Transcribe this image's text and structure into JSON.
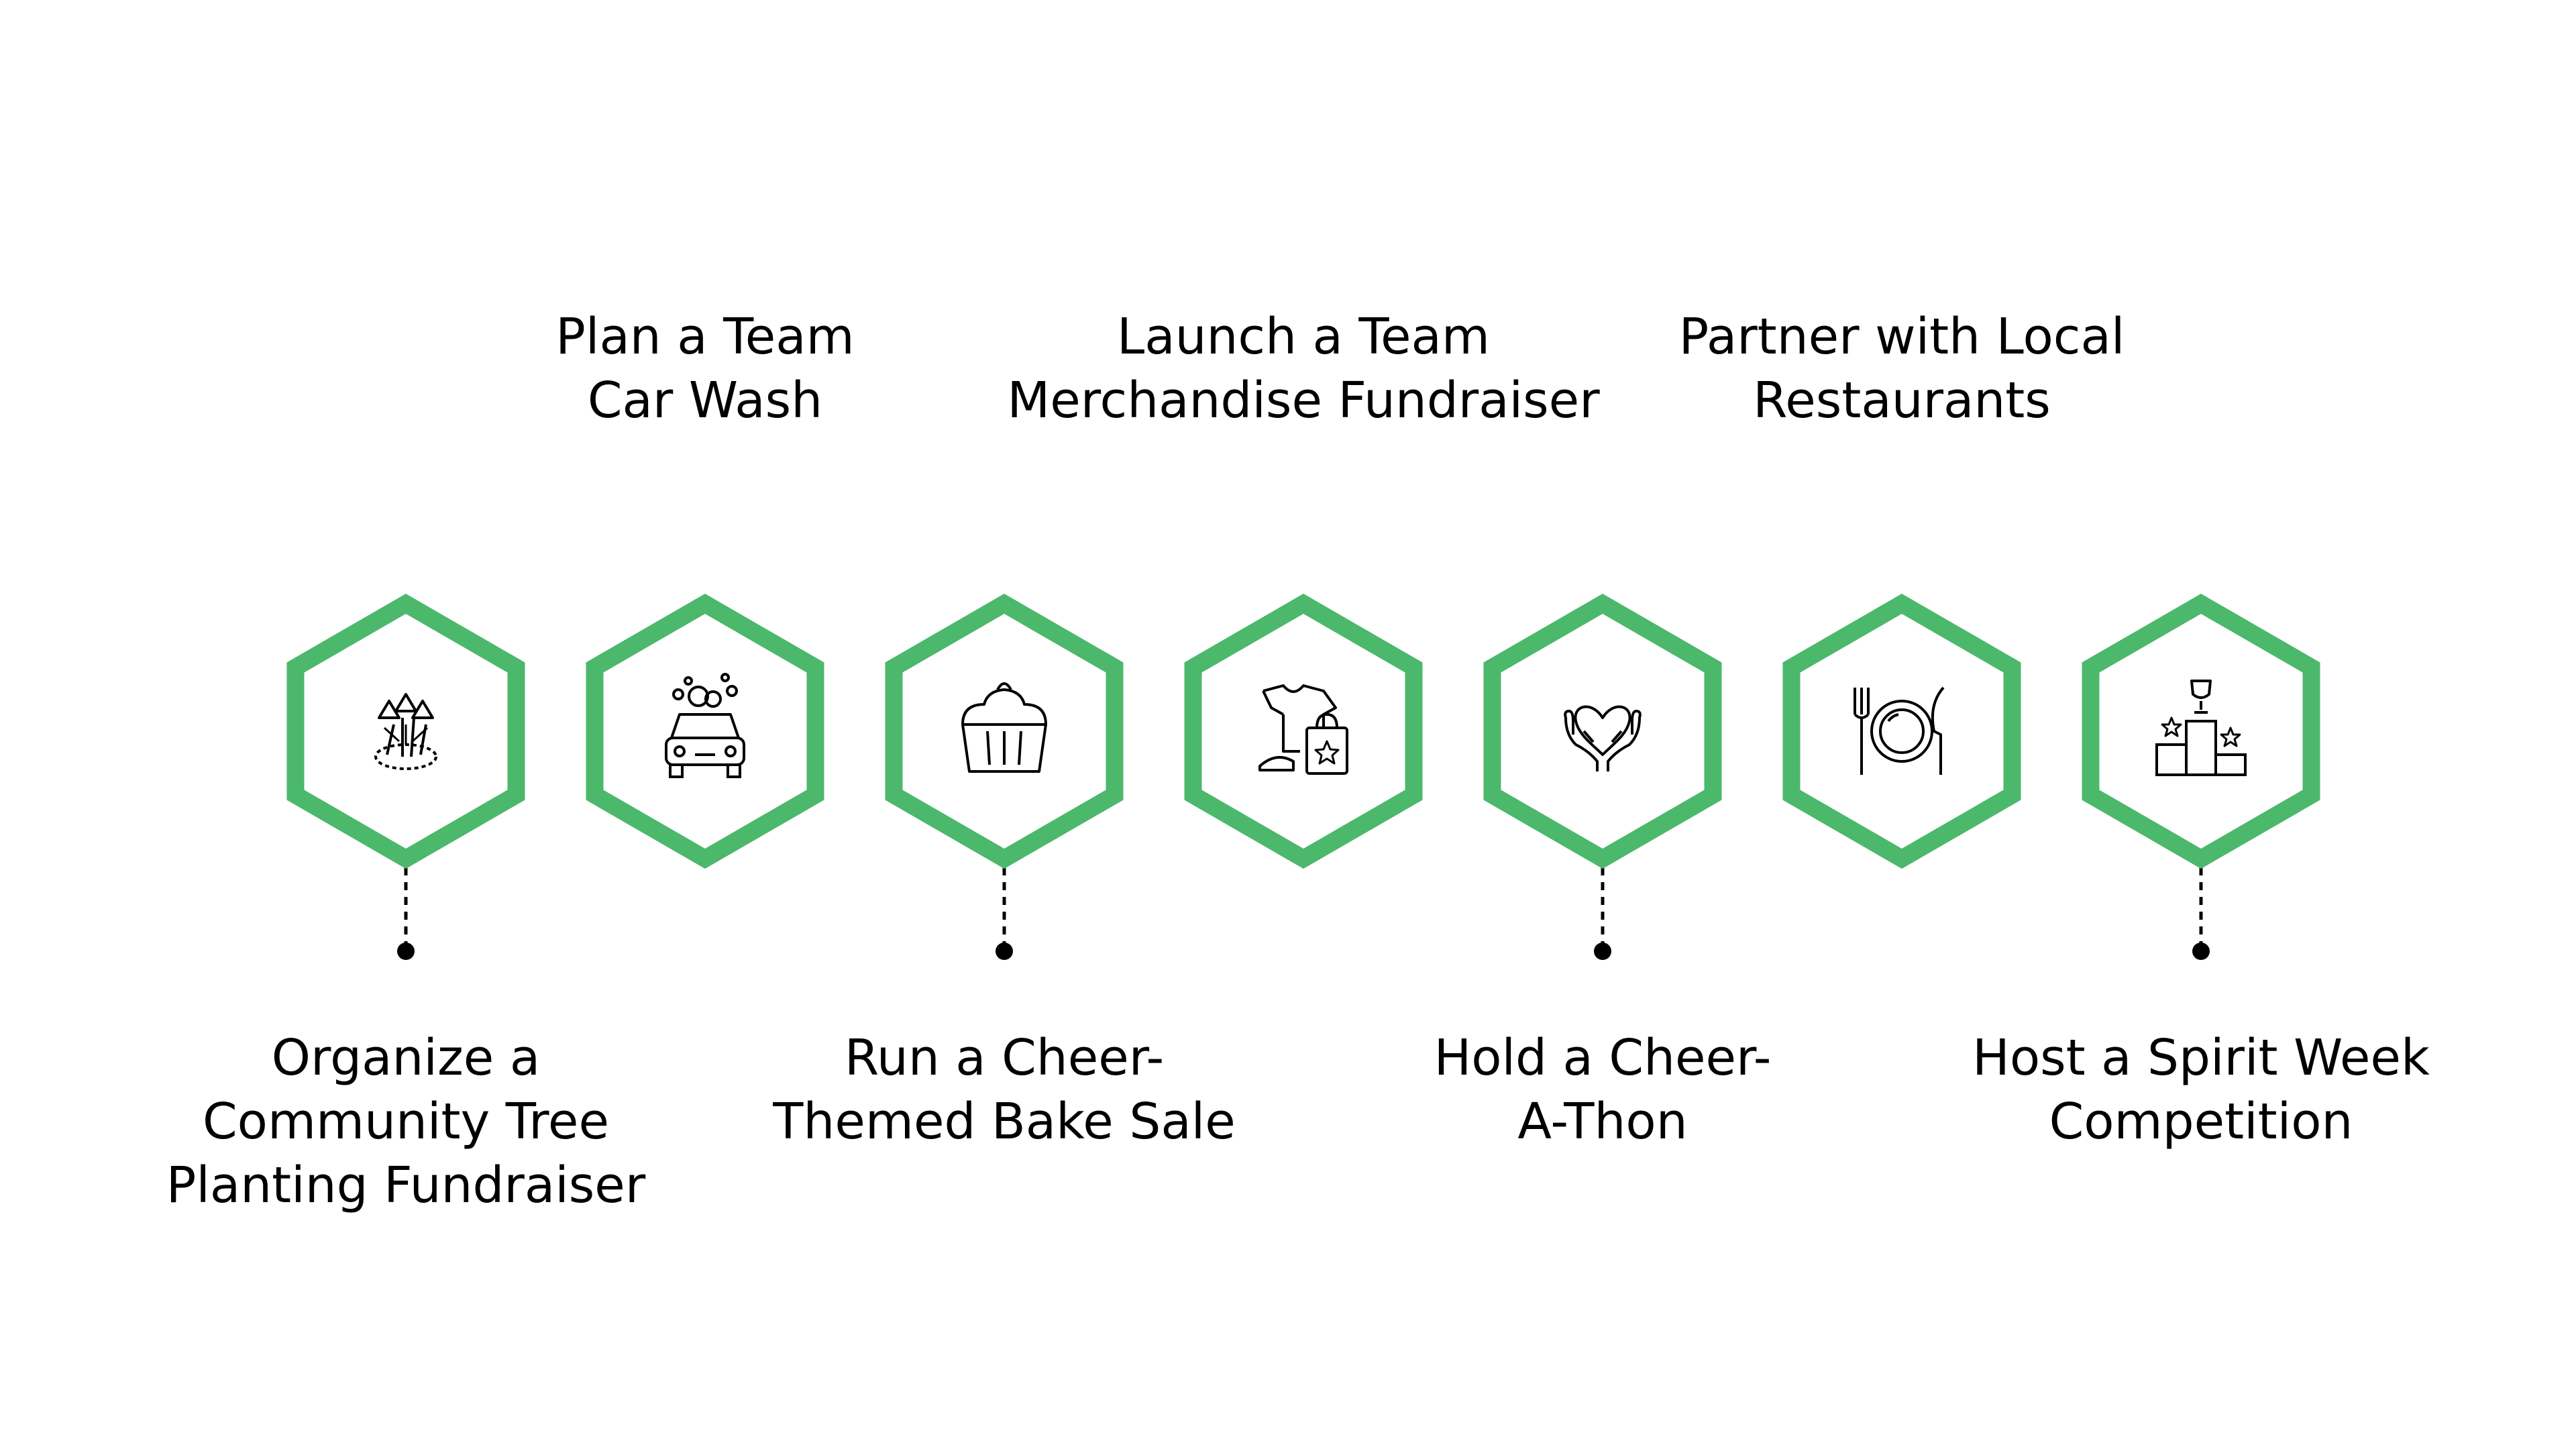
{
  "accent_color": "#4cb86b",
  "text_color": "#000000",
  "steps": [
    {
      "icon": "tree-planting-icon",
      "label_position": "bottom",
      "lines": [
        "Organize a",
        "Community Tree",
        "Planting Fundraiser"
      ]
    },
    {
      "icon": "car-wash-icon",
      "label_position": "top",
      "lines": [
        "Plan a Team",
        "Car Wash"
      ]
    },
    {
      "icon": "cupcake-icon",
      "label_position": "bottom",
      "lines": [
        "Run a Cheer-",
        "Themed Bake Sale"
      ]
    },
    {
      "icon": "merchandise-icon",
      "label_position": "top",
      "lines": [
        "Launch a Team",
        "Merchandise Fundraiser"
      ]
    },
    {
      "icon": "heart-hands-icon",
      "label_position": "bottom",
      "lines": [
        "Hold a Cheer-",
        "A-Thon"
      ]
    },
    {
      "icon": "restaurant-plate-icon",
      "label_position": "top",
      "lines": [
        "Partner with Local",
        "Restaurants"
      ]
    },
    {
      "icon": "podium-trophy-icon",
      "label_position": "bottom",
      "lines": [
        "Host a Spirit Week",
        "Competition"
      ]
    }
  ]
}
